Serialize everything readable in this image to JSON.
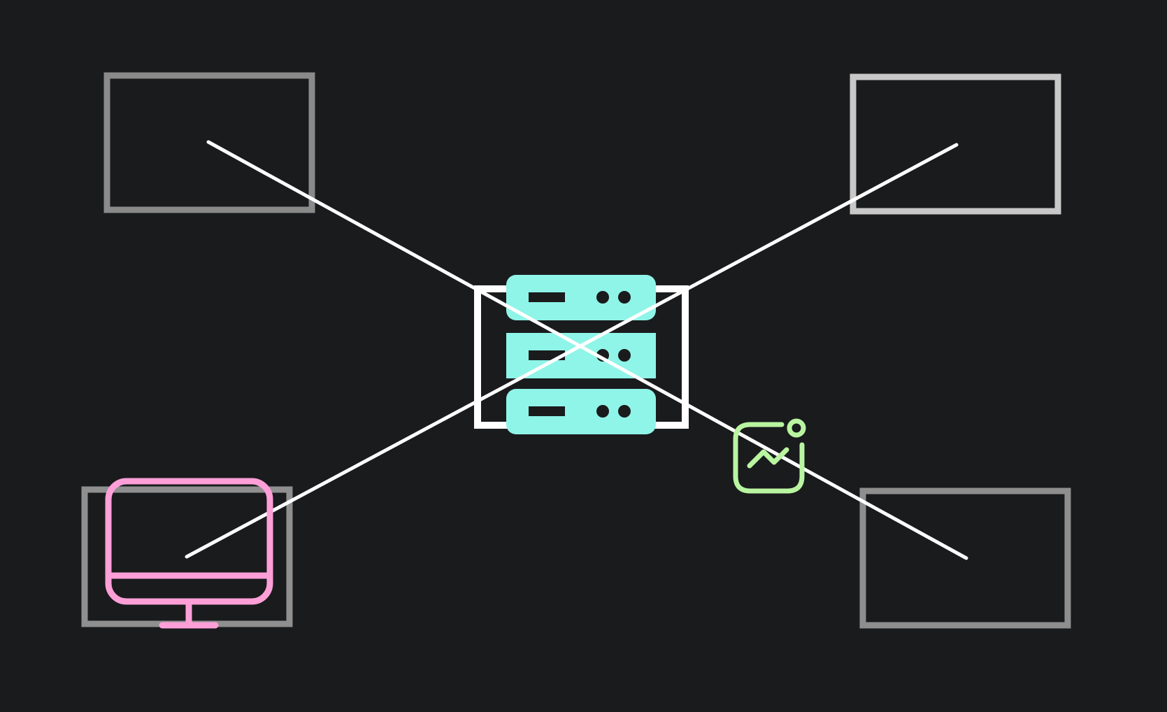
{
  "diagram": {
    "background": "#1a1b1d",
    "connector_color": "#ffffff",
    "hub": {
      "frame_color": "#ffffff",
      "icon": "server-icon",
      "icon_color": "#8ff5e8"
    },
    "nodes": [
      {
        "id": "top-left",
        "frame_color": "#8a8a8a",
        "icon": null
      },
      {
        "id": "top-right",
        "frame_color": "#c8c8c8",
        "icon": null
      },
      {
        "id": "bottom-left",
        "frame_color": "#8f8f8f",
        "icon": "monitor-icon",
        "icon_color": "#ff9fd8"
      },
      {
        "id": "bottom-right",
        "frame_color": "#8e8e8e",
        "icon": null
      }
    ],
    "floating_icon": {
      "icon": "image-chart-icon",
      "icon_color": "#b9f5a0"
    }
  }
}
